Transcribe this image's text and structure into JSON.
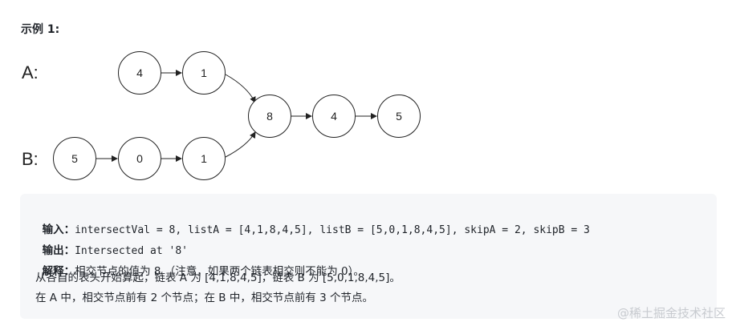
{
  "heading": "示例 1:",
  "diagram": {
    "label_a": "A:",
    "label_b": "B:",
    "nodes": {
      "a1": "4",
      "a2": "1",
      "b1": "5",
      "b2": "0",
      "b3": "1",
      "c1": "8",
      "c2": "4",
      "c3": "5"
    }
  },
  "explanation": {
    "input_label": "输入：",
    "input_value": "intersectVal = 8, listA = [4,1,8,4,5], listB = [5,0,1,8,4,5], skipA = 2, skipB = 3",
    "output_label": "输出：",
    "output_value": "Intersected at '8'",
    "explain_label": "解释：",
    "explain_value": "相交节点的值为 8 （注意，如果两个链表相交则不能为 0）。",
    "line4": "从各自的表头开始算起，链表 A 为 [4,1,8,4,5]，链表 B 为 [5,0,1,8,4,5]。",
    "line5": "在 A 中，相交节点前有 2 个节点；在 B 中，相交节点前有 3 个节点。"
  },
  "watermark": "@稀土掘金技术社区"
}
